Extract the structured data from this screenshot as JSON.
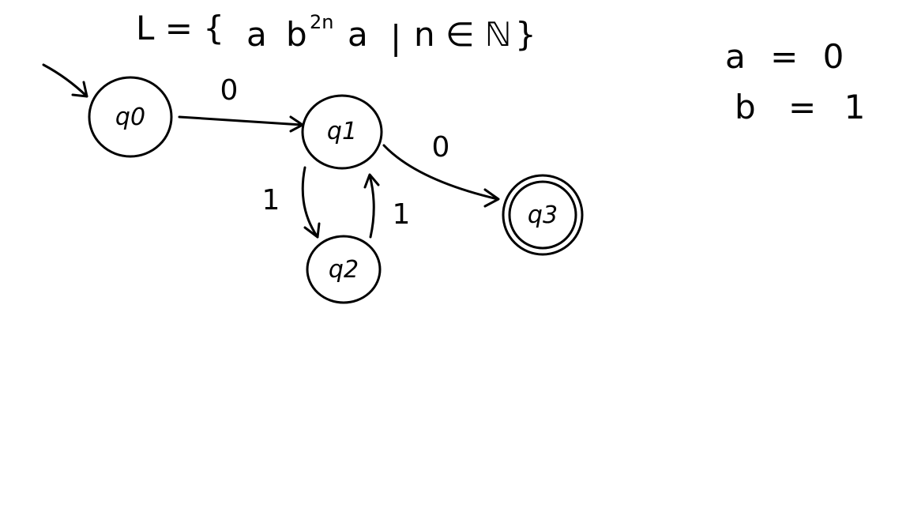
{
  "language": {
    "prefix": "L = {",
    "a1": "a",
    "b": "b",
    "exp": "2n",
    "a2": "a",
    "bar": "|",
    "cond": "n ∈ ℕ",
    "close": "}"
  },
  "states": [
    {
      "id": "q0",
      "label": "q0",
      "start": true,
      "accepting": false
    },
    {
      "id": "q1",
      "label": "q1",
      "start": false,
      "accepting": false
    },
    {
      "id": "q2",
      "label": "q2",
      "start": false,
      "accepting": false
    },
    {
      "id": "q3",
      "label": "q3",
      "start": false,
      "accepting": true
    }
  ],
  "transitions": [
    {
      "from": "q0",
      "to": "q1",
      "symbol": "0"
    },
    {
      "from": "q1",
      "to": "q2",
      "symbol": "1"
    },
    {
      "from": "q2",
      "to": "q1",
      "symbol": "1"
    },
    {
      "from": "q1",
      "to": "q3",
      "symbol": "0"
    }
  ],
  "encoding": [
    {
      "symbol": "a",
      "eq": "=",
      "value": "0"
    },
    {
      "symbol": "b",
      "eq": "=",
      "value": "1"
    }
  ],
  "colors": {
    "ink": "#000000",
    "background": "#ffffff"
  }
}
